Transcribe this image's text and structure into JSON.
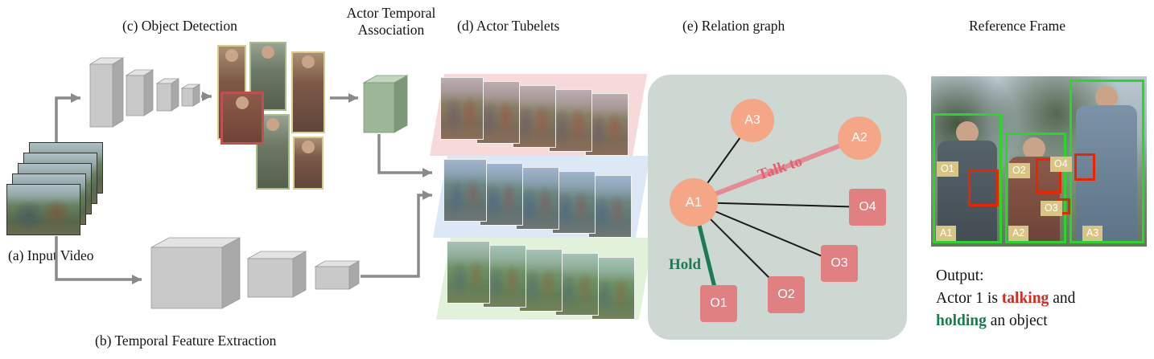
{
  "labels": {
    "a": "(a) Input Video",
    "b": "(b) Temporal Feature Extraction",
    "c": "(c) Object Detection",
    "d": "(d) Actor Tubelets",
    "e": "(e) Relation graph",
    "ata": "Actor Temporal Association",
    "reference_frame": "Reference Frame"
  },
  "graph": {
    "actors": [
      {
        "id": "A1"
      },
      {
        "id": "A2"
      },
      {
        "id": "A3"
      }
    ],
    "objects": [
      {
        "id": "O1"
      },
      {
        "id": "O2"
      },
      {
        "id": "O3"
      },
      {
        "id": "O4"
      }
    ],
    "edges": [
      {
        "from": "A1",
        "to": "A3",
        "type": "plain"
      },
      {
        "from": "A1",
        "to": "A2",
        "type": "talk_to",
        "label": "Talk to"
      },
      {
        "from": "A1",
        "to": "O4",
        "type": "plain"
      },
      {
        "from": "A1",
        "to": "O3",
        "type": "plain"
      },
      {
        "from": "A1",
        "to": "O2",
        "type": "plain"
      },
      {
        "from": "A1",
        "to": "O1",
        "type": "hold",
        "label": "Hold"
      }
    ],
    "edge_labels": {
      "talk_to": "Talk to",
      "hold": "Hold"
    }
  },
  "reference_frame": {
    "actor_chips": [
      "A1",
      "A2",
      "A3"
    ],
    "object_chips": [
      "O1",
      "O2",
      "O3",
      "O4"
    ]
  },
  "output": {
    "heading": "Output:",
    "prefix": "Actor 1 is ",
    "talking": "talking",
    "middle": " and",
    "holding": "holding",
    "suffix": " an object"
  },
  "accents": {
    "arrow_gray": "#8a8a8a",
    "actor_node": "#f4a686",
    "object_node": "#e08083",
    "talk_to_edge": "#e68b95",
    "talk_to_text": "#e0616f",
    "hold_edge": "#1e7a52",
    "talking_text": "#d62a1e",
    "holding_text": "#1e7a4e",
    "graph_bg": "#cdd8d2",
    "detection_box_red": "#c0504d",
    "detection_box_khaki": "#d9cb8d",
    "detection_box_green": "#a9bd8f",
    "reference_actor_box": "#2bd62b",
    "reference_object_box": "#ee2200",
    "chip_bg": "#d8c484",
    "ata_block_green": "#9cb698",
    "cnn_block_gray": "#c9c9c9"
  }
}
